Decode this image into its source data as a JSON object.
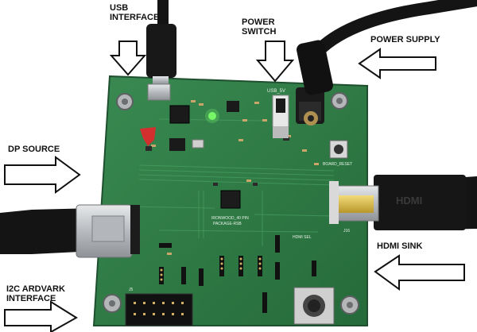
{
  "labels": {
    "usb_interface_line1": "USB",
    "usb_interface_line2": "INTERFACE",
    "power_switch_line1": "POWER",
    "power_switch_line2": "SWITCH",
    "power_supply": "POWER SUPPLY",
    "dp_source": "DP SOURCE",
    "hdmi_sink": "HDMI SINK",
    "i2c_line1": "I2C ARDVARK",
    "i2c_line2": "INTERFACE"
  },
  "board_silkscreen": {
    "ic_label_line1": "IRONWOOD_40 PIN",
    "ic_label_line2": "PACKAGE-RSB",
    "reset_label": "BOARD_RESET",
    "usb_5v": "USB_5V",
    "hdmi_conn_ref": "J16",
    "header_ref": "J5",
    "flex_label": "HDMI SEL"
  },
  "colors": {
    "pcb_green": "#2f7a45",
    "pcb_dark": "#1f5a33",
    "cable_black": "#141414",
    "connector_silver": "#c9ccd0",
    "hdmi_gold": "#d8b84a",
    "led_green": "#7dff6a"
  },
  "icons": [
    "down-arrow-icon",
    "right-arrow-icon",
    "left-arrow-icon",
    "ti-logo-icon"
  ]
}
